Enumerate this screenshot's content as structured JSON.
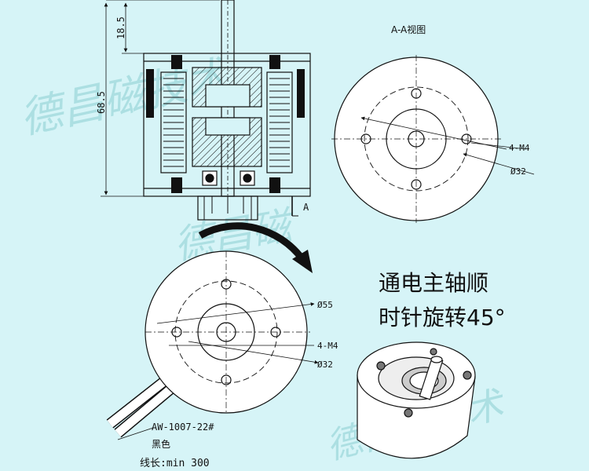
{
  "drawing": {
    "view_label": "A-A视图",
    "section_marker": "A",
    "dims": {
      "height_top": "18.5",
      "height_total": "68.5",
      "bolt_top": "4-M4",
      "pcd_top": "Ø32",
      "outer_bottom": "Ø55",
      "bolt_bottom": "4-M4",
      "pcd_bottom": "Ø32"
    },
    "cable": {
      "model": "AW-1007-22#",
      "color": "黑色",
      "length": "线长:min 300"
    },
    "note_lines": [
      "通电主轴顺",
      "时针旋转45°"
    ],
    "watermark": [
      "德昌磁技术",
      "德昌磁",
      "德昌磁技术"
    ]
  },
  "colors": {
    "background": "#d6f4f7",
    "line": "#111111",
    "watermark": "#9fd9dc"
  }
}
